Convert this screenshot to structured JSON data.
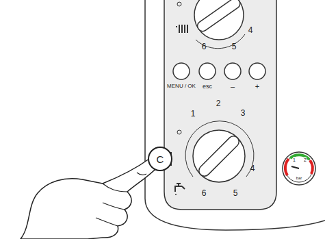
{
  "diagram": {
    "nodes": [
      {
        "text": [
          "C"
        ]
      }
    ],
    "labels": [
      "6",
      "5",
      "4",
      "MENU / OK",
      "esc",
      "–",
      "+",
      "1",
      "2",
      "3",
      "4",
      "5",
      "6",
      "1",
      "2",
      "bar"
    ]
  }
}
